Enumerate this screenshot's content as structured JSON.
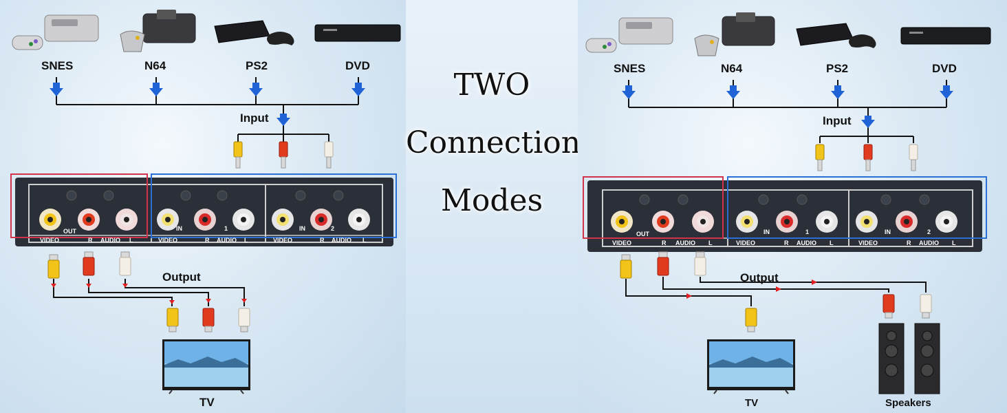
{
  "headline": {
    "line1": "TWO",
    "line2": "Connection",
    "line3": "Modes"
  },
  "left": {
    "devices": [
      "SNES",
      "N64",
      "PS2",
      "DVD"
    ],
    "input_label": "Input",
    "output_label": "Output",
    "out_label": "OUT",
    "in1_label": "IN",
    "in1_num": "1",
    "in2_label": "IN",
    "in2_num": "2",
    "strip_labels": [
      "VIDEO",
      "R",
      "AUDIO",
      "L",
      "VIDEO",
      "R",
      "AUDIO",
      "L",
      "VIDEO",
      "R",
      "AUDIO",
      "L"
    ],
    "tv_label": "TV"
  },
  "right": {
    "devices": [
      "SNES",
      "N64",
      "PS2",
      "DVD"
    ],
    "input_label": "Input",
    "output_label": "Output",
    "out_label": "OUT",
    "in1_label": "IN",
    "in1_num": "1",
    "in2_label": "IN",
    "in2_num": "2",
    "strip_labels": [
      "VIDEO",
      "R",
      "AUDIO",
      "L",
      "VIDEO",
      "R",
      "AUDIO",
      "L",
      "VIDEO",
      "R",
      "AUDIO",
      "L"
    ],
    "tv_label": "TV",
    "speakers_label": "Speakers"
  },
  "colors": {
    "video_plug": "#f2c318",
    "red_plug": "#e03a1f",
    "white_plug": "#f3efe6",
    "arrow_blue": "#1f63d6",
    "arrow_red": "#e02020",
    "out_box": "#d2324a",
    "in_box": "#2a6fd6",
    "switch_body": "#2b2f37"
  }
}
